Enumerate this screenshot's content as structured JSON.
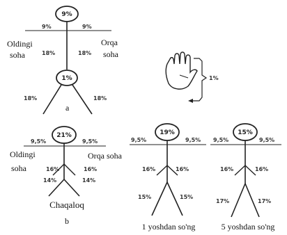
{
  "fig_a": {
    "head": "9%",
    "head_left": "9%",
    "head_right": "9%",
    "front_label_1": "Oldingi",
    "front_label_2": "soha",
    "back_label_1": "Orqa",
    "back_label_2": "soha",
    "trunk_left": "18%",
    "trunk_right": "18%",
    "perineum": "1%",
    "leg_left": "18%",
    "leg_right": "18%",
    "letter": "a"
  },
  "palm": {
    "value": "1%"
  },
  "fig_infant": {
    "head": "21%",
    "head_left": "9,5%",
    "head_right": "9,5%",
    "front_label_1": "Oldingi",
    "front_label_2": "soha",
    "back_label": "Orqa soha",
    "trunk_left": "16%",
    "trunk_right": "16%",
    "thigh_left": "14%",
    "thigh_right": "14%",
    "caption": "Chaqaloq",
    "letter": "b"
  },
  "fig_one_year": {
    "head": "19%",
    "head_left": "9,5%",
    "head_right": "9,5%",
    "trunk_left": "16%",
    "trunk_right": "16%",
    "leg_left": "15%",
    "leg_right": "15%",
    "caption": "1 yoshdan so'ng"
  },
  "fig_five_year": {
    "head": "15%",
    "head_left": "9,5%",
    "head_right": "9,5%",
    "trunk_left": "16%",
    "trunk_right": "16%",
    "leg_left": "17%",
    "leg_right": "17%",
    "caption": "5 yoshdan so'ng"
  }
}
